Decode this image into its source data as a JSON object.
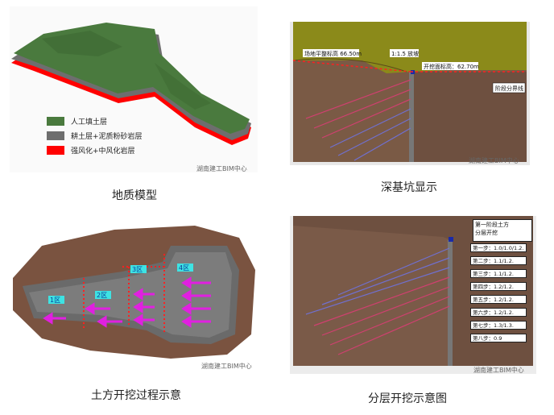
{
  "panels": {
    "geology": {
      "caption": "地质模型",
      "legend": [
        {
          "label": "人工填土层",
          "color": "#4a7a3e"
        },
        {
          "label": "耕土层+泥质粉砂岩层",
          "color": "#6e6e6e"
        },
        {
          "label": "强风化+中风化岩层",
          "color": "#ff0000"
        }
      ],
      "watermark": "湖南建工BIM中心"
    },
    "pit": {
      "caption": "深基坑显示",
      "label_ground": "场地平整标高 66.50m",
      "label_slope": "1:1.5 放坡",
      "label_excavation": "开挖面标高：62.70m",
      "label_step": "阶段分界线",
      "watermark": "湖南建工BIM中心"
    },
    "earthwork": {
      "caption": "土方开挖过程示意",
      "zones": [
        "1区",
        "2区",
        "3区",
        "4区"
      ],
      "watermark": "湖南建工BIM中心"
    },
    "layered": {
      "caption": "分层开挖示意图",
      "header": "第一阶段土方\n分层开挖",
      "steps": [
        "第一步：1.0/1.0/1.2.",
        "第二步：1.1/1.2.",
        "第三步：1.1/1.2.",
        "第四步：1.2/1.2.",
        "第五步：1.2/1.2.",
        "第六步：1.2/1.2.",
        "第七步：1.3/1.3.",
        "第八步：0.9"
      ],
      "watermark": "湖南建工BIM中心"
    }
  }
}
